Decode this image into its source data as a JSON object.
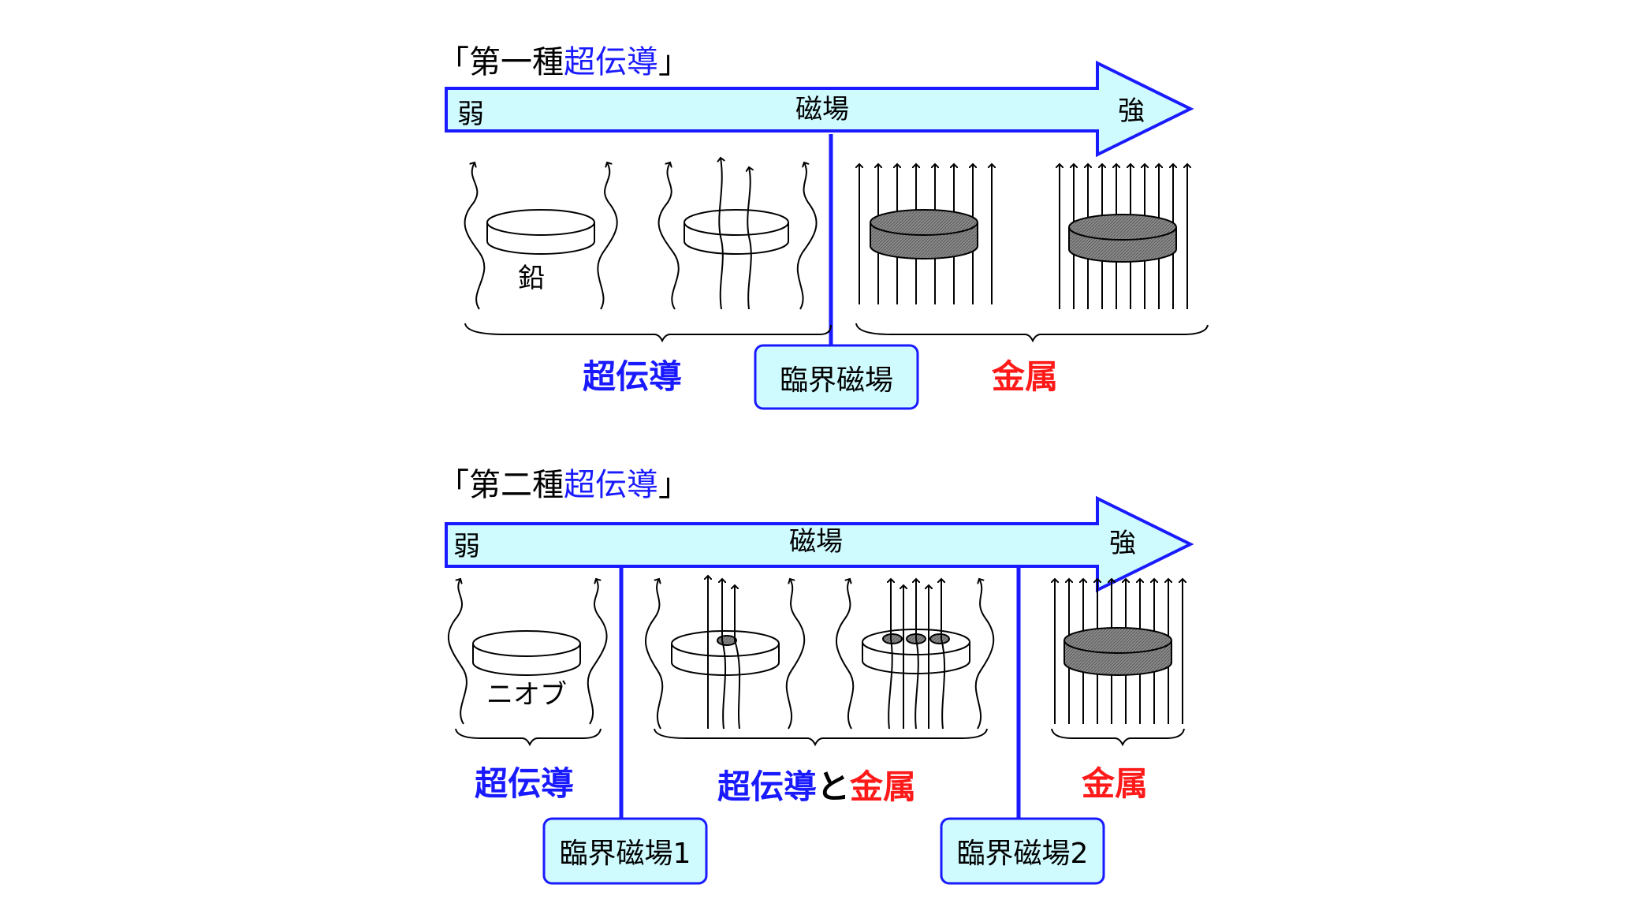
{
  "colors": {
    "arrow_fill": "#cffbff",
    "arrow_stroke": "#1a1aff",
    "blue_text": "#1a1aff",
    "red_text": "#ff1a1a",
    "box_fill": "#cffbff",
    "metal_disk": "#7a7a7a"
  },
  "type1": {
    "title_open": "「第一種",
    "title_highlight": "超伝導",
    "title_close": "」",
    "arrow": {
      "left": "弱",
      "center": "磁場",
      "right": "強"
    },
    "material": "鉛",
    "region_super": "超伝導",
    "region_metal": "金属",
    "critical_box": "臨界磁場"
  },
  "type2": {
    "title_open": "「第二種",
    "title_highlight": "超伝導",
    "title_close": "」",
    "arrow": {
      "left": "弱",
      "center": "磁場",
      "right": "強"
    },
    "material": "ニオブ",
    "region_super": "超伝導",
    "region_mixed_a": "超伝導",
    "region_mixed_and": "と",
    "region_mixed_b": "金属",
    "region_metal": "金属",
    "critical_box_1": "臨界磁場1",
    "critical_box_2": "臨界磁場2"
  }
}
